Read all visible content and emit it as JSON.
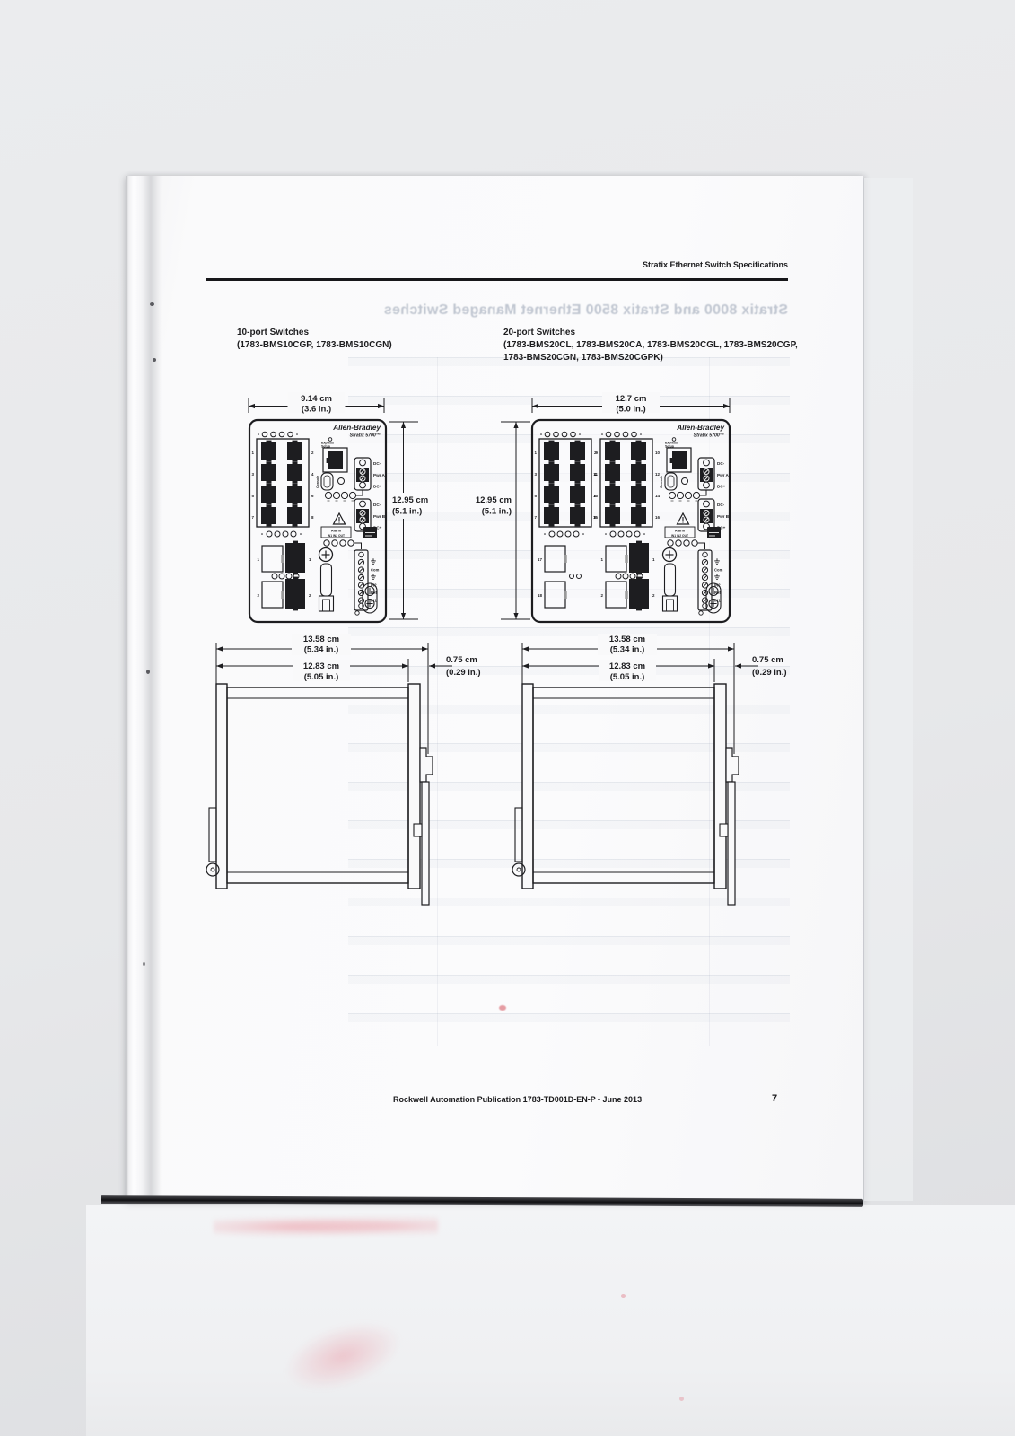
{
  "header": {
    "title": "Stratix Ethernet Switch Specifications"
  },
  "ghost": {
    "bleed_title": "Stratix 8000 and Stratix 8500 Ethernet Managed Switches"
  },
  "sections": {
    "ten_port": {
      "title": "10-port Switches",
      "catalogs": "(1783-BMS10CGP, 1783-BMS10CGN)"
    },
    "twenty_port": {
      "title": "20-port Switches",
      "catalogs_line1": "(1783-BMS20CL, 1783-BMS20CA, 1783-BMS20CGL, 1783-BMS20CGP,",
      "catalogs_line2": "1783-BMS20CGN, 1783-BMS20CGPK)"
    }
  },
  "footer": {
    "publication": "Rockwell Automation Publication 1783-TD001D-EN-P - June 2013",
    "page_number": "7"
  },
  "drawing": {
    "ink": "#1d1d20",
    "paper": "#f9f9fa",
    "front_views": {
      "brand": "Allen-Bradley",
      "model": "Stratix 5700™",
      "express_setup": [
        "Express",
        "Setup"
      ],
      "console": "Console",
      "alarm_label": "Alarm",
      "alarm_sublabel": "IN1 IN2 OUT",
      "power_a_terminals": [
        "DC-",
        "Pwr A",
        "DC+"
      ],
      "power_b_terminals": [
        "DC-",
        "Pwr B",
        "DC+"
      ],
      "alarm_terminals": [
        "⏚",
        "Com",
        "⏚",
        "IN2",
        "Ref",
        "IN1"
      ],
      "ten_port": {
        "block1_left": [
          "1",
          "3",
          "5",
          "7"
        ],
        "block1_right": [
          "2",
          "4",
          "6",
          "8"
        ],
        "combo_left": [
          "1",
          "2"
        ],
        "combo_right": [
          "1",
          "2"
        ]
      },
      "twenty_port": {
        "block1_left": [
          "1",
          "3",
          "5",
          "7"
        ],
        "block1_right": [
          "2",
          "4",
          "6",
          "8"
        ],
        "block2_left": [
          "9",
          "11",
          "13",
          "15"
        ],
        "block2_right": [
          "10",
          "12",
          "14",
          "16"
        ],
        "sfp": [
          "17",
          "18"
        ],
        "combo_left": [
          "1",
          "2"
        ],
        "combo_right": [
          "1",
          "2"
        ]
      }
    },
    "dimensions": {
      "ten_port_width": [
        "9.14 cm",
        "(3.6 in.)"
      ],
      "twenty_port_width": [
        "12.7 cm",
        "(5.0 in.)"
      ],
      "front_height": [
        "12.95 cm",
        "(5.1 in.)"
      ],
      "side_overall_width": [
        "13.58 cm",
        "(5.34 in.)"
      ],
      "side_body_width": [
        "12.83 cm",
        "(5.05 in.)"
      ],
      "din_clip_depth": [
        "0.75 cm",
        "(0.29 in.)"
      ]
    }
  }
}
